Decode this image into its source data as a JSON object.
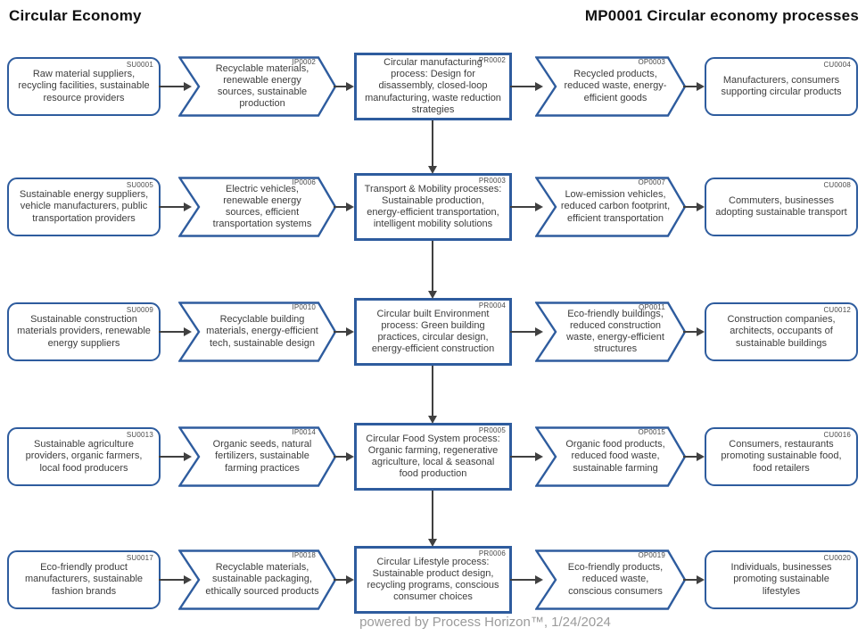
{
  "header": {
    "title_left": "Circular Economy",
    "title_right": "MP0001 Circular economy processes"
  },
  "footer": {
    "text": "powered by Process Horizon™, 1/24/2024"
  },
  "colors": {
    "shape_border": "#2E5C9E",
    "arrow": "#404040",
    "text": "#3D3D3D",
    "code_text": "#4A4A4A",
    "footer_text": "#9B9B9B"
  },
  "rows": [
    {
      "supplier": {
        "code": "SU0001",
        "text": "Raw material suppliers, recycling facilities, sustainable resource providers"
      },
      "input": {
        "code": "IP0002",
        "text": "Recyclable materials, renewable energy sources, sustainable production"
      },
      "process": {
        "code": "PR0002",
        "text": "Circular manufacturing process: Design for disassembly, closed-loop manufacturing, waste reduction strategies"
      },
      "output": {
        "code": "OP0003",
        "text": "Recycled products, reduced waste, energy-efficient goods"
      },
      "customer": {
        "code": "CU0004",
        "text": "Manufacturers, consumers supporting circular products"
      }
    },
    {
      "supplier": {
        "code": "SU0005",
        "text": "Sustainable energy suppliers, vehicle manufacturers, public transportation providers"
      },
      "input": {
        "code": "IP0006",
        "text": "Electric vehicles, renewable energy sources, efficient transportation systems"
      },
      "process": {
        "code": "PR0003",
        "text": "Transport & Mobility processes: Sustainable production, energy-efficient transportation, intelligent mobility solutions"
      },
      "output": {
        "code": "OP0007",
        "text": "Low-emission vehicles, reduced carbon footprint, efficient transportation"
      },
      "customer": {
        "code": "CU0008",
        "text": "Commuters, businesses adopting sustainable transport"
      }
    },
    {
      "supplier": {
        "code": "SU0009",
        "text": "Sustainable construction materials providers, renewable energy suppliers"
      },
      "input": {
        "code": "IP0010",
        "text": "Recyclable building materials, energy-efficient tech, sustainable design"
      },
      "process": {
        "code": "PR0004",
        "text": "Circular built Environment process: Green building practices, circular design, energy-efficient construction"
      },
      "output": {
        "code": "OP0011",
        "text": "Eco-friendly buildings, reduced construction waste, energy-efficient structures"
      },
      "customer": {
        "code": "CU0012",
        "text": "Construction companies, architects, occupants of sustainable buildings"
      }
    },
    {
      "supplier": {
        "code": "SU0013",
        "text": "Sustainable agriculture providers, organic farmers, local food producers"
      },
      "input": {
        "code": "IP0014",
        "text": "Organic seeds, natural fertilizers, sustainable farming practices"
      },
      "process": {
        "code": "PR0005",
        "text": "Circular Food System process: Organic farming, regenerative agriculture, local & seasonal food production"
      },
      "output": {
        "code": "OP0015",
        "text": "Organic food products, reduced food waste, sustainable farming"
      },
      "customer": {
        "code": "CU0016",
        "text": "Consumers, restaurants promoting sustainable food, food retailers"
      }
    },
    {
      "supplier": {
        "code": "SU0017",
        "text": "Eco-friendly product manufacturers, sustainable fashion brands"
      },
      "input": {
        "code": "IP0018",
        "text": "Recyclable materials, sustainable packaging, ethically sourced products"
      },
      "process": {
        "code": "PR0006",
        "text": "Circular Lifestyle process: Sustainable product design, recycling programs, conscious consumer choices"
      },
      "output": {
        "code": "OP0019",
        "text": "Eco-friendly products, reduced waste, conscious consumers"
      },
      "customer": {
        "code": "CU0020",
        "text": "Individuals, businesses promoting sustainable lifestyles"
      }
    }
  ]
}
